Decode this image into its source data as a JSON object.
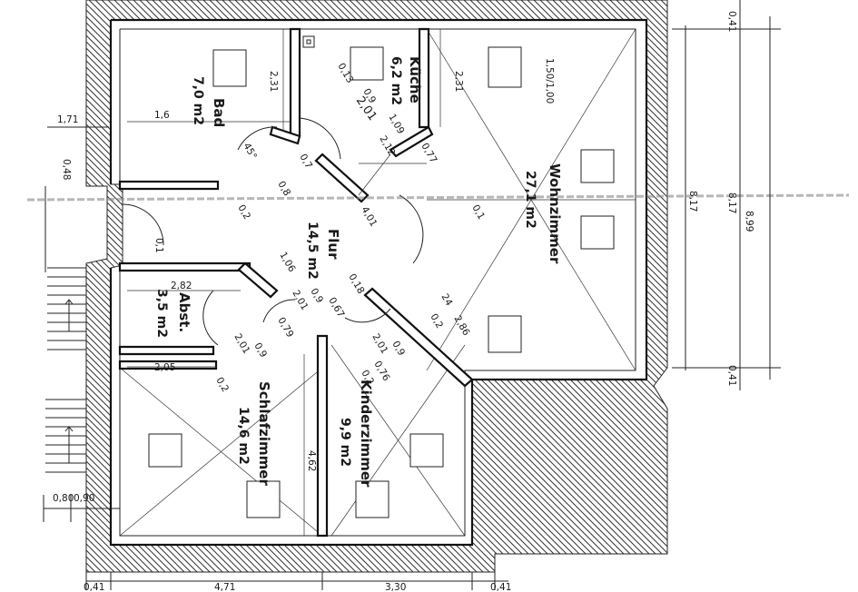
{
  "rooms": {
    "kueche": {
      "name": "Küche",
      "area": "6,2 m2"
    },
    "bad": {
      "name": "Bad",
      "area": "7,0 m2"
    },
    "wohnzimmer": {
      "name": "Wohnzimmer",
      "area": "27,1 m2"
    },
    "flur": {
      "name": "Flur",
      "area": "14,5 m2"
    },
    "abst": {
      "name": "Abst.",
      "area": "3,5 m2"
    },
    "schlafzimmer": {
      "name": "Schlafzimmer",
      "area": "14,6 m2"
    },
    "kinderzimmer": {
      "name": "Kinderzimmer",
      "area": "9,9 m2"
    }
  },
  "dimensions": {
    "right_top": "0,41",
    "right_mid": "8,17",
    "right_mid2": "8,17",
    "right_total": "8,99",
    "right_bottom": "0,41",
    "bottom_left": "0,41",
    "bottom_schlaf": "4,71",
    "bottom_kinder": "3,30",
    "bottom_right": "0,41",
    "left_171": "1,71",
    "left_048": "0,48",
    "left_080": "0,80",
    "left_090": "0,90",
    "bad_231": "2,31",
    "bad_16": "1,6",
    "kueche_231": "2,31",
    "kueche_013": "0,13",
    "kueche_09": "0,9",
    "kueche_201": "2,01",
    "kueche_109": "1,09",
    "kueche_212": "2,12",
    "kueche_077": "0,77",
    "wohn_150": "1,50/1,00",
    "wohn_01": "0,1",
    "flur_45": "45°",
    "flur_07": "0,7",
    "flur_08": "0,8",
    "flur_401": "4,01",
    "flur_02": "0,2",
    "flur_01": "0,1",
    "flur_106": "1,06",
    "flur_09": "0,9",
    "flur_201": "2,01",
    "flur_067": "0,67",
    "flur_018": "0,18",
    "flur_24": "24",
    "flur_286": "2,86",
    "flur_02b": "0,2",
    "abst_282": "2,82",
    "abst_201": "2,01",
    "abst_09": "0,9",
    "abst_079": "0,79",
    "abst_02": "0,2",
    "schlaf_205": "2,05",
    "schlaf_462": "4,62",
    "kinder_201": "2,01",
    "kinder_09": "0,9",
    "kinder_076": "0,76",
    "kinder_02": "0,2"
  }
}
